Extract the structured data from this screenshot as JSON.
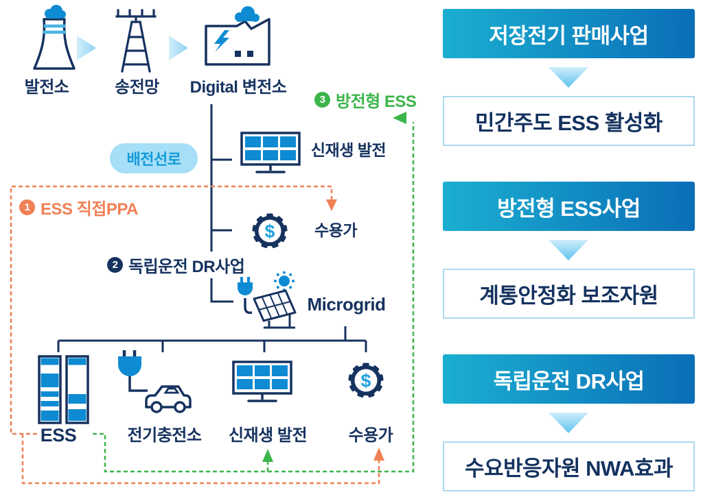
{
  "colors": {
    "navy": "#16325F",
    "blue": "#0E8BD2",
    "pill_bg": "#A6DFF7",
    "pill_text": "#129BD8",
    "orange": "#F08055",
    "green": "#3CB54A",
    "gradient_start": "#1BAFD1",
    "gradient_end": "#0A6EB7"
  },
  "diagram": {
    "chain": [
      {
        "label": "발전소"
      },
      {
        "label": "송전망"
      },
      {
        "label": "Digital 변전소"
      }
    ],
    "pill_label": "배전선로",
    "annotations": {
      "ppa": {
        "num": "1",
        "label": "ESS 직접PPA"
      },
      "dr": {
        "num": "2",
        "label": "독립운전 DR사업"
      },
      "ess": {
        "num": "3",
        "label": "방전형 ESS"
      }
    },
    "feeder_items": [
      {
        "label": "신재생 발전"
      },
      {
        "label": "수용가"
      }
    ],
    "microgrid_label": "Microgrid",
    "microgrid_items": [
      {
        "label": "ESS"
      },
      {
        "label": "전기충전소"
      },
      {
        "label": "신재생 발전"
      },
      {
        "label": "수용가"
      }
    ],
    "dollar": "$"
  },
  "flow_panel": {
    "pairs": [
      {
        "source": "저장전기 판매사업",
        "result": "민간주도 ESS 활성화"
      },
      {
        "source": "방전형 ESS사업",
        "result": "계통안정화 보조자원"
      },
      {
        "source": "독립운전 DR사업",
        "result": "수요반응자원 NWA효과"
      }
    ]
  }
}
